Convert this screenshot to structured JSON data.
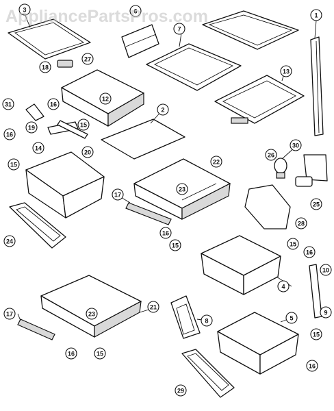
{
  "watermark": "AppliancePartsPros.com",
  "callouts": [
    "1",
    "2",
    "3",
    "4",
    "5",
    "6",
    "7",
    "8",
    "9",
    "10",
    "12",
    "13",
    "14",
    "15",
    "16",
    "17",
    "18",
    "19",
    "20",
    "21",
    "22",
    "23",
    "24",
    "25",
    "26",
    "27",
    "28",
    "29",
    "30",
    "31"
  ],
  "colors": {
    "line": "#111111",
    "fill": "#ffffff",
    "shade": "#d9d9d9",
    "watermark": "#bdbdbd"
  }
}
